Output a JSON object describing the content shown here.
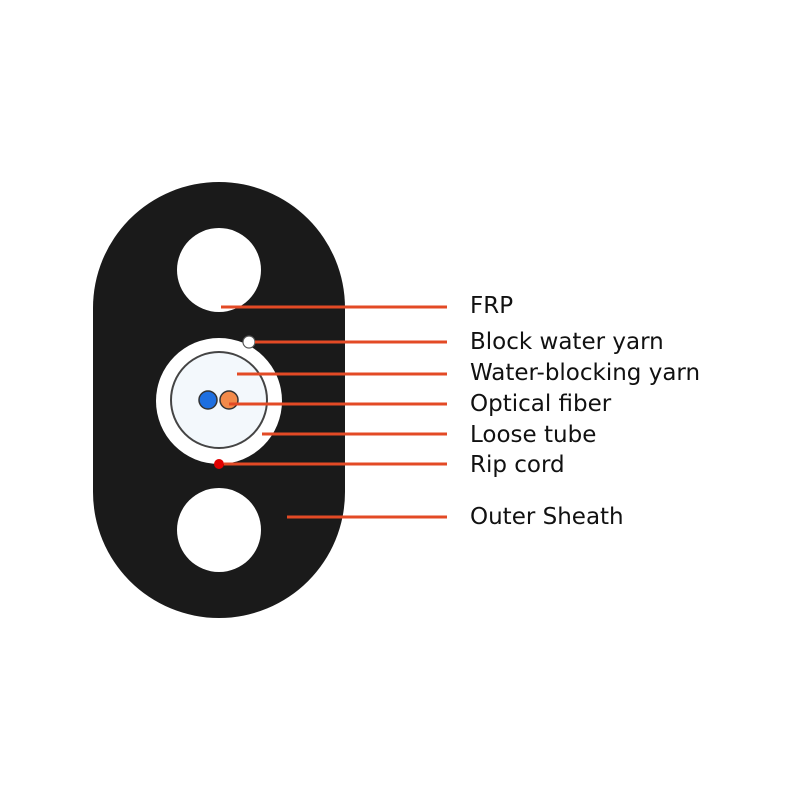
{
  "labels": {
    "frp": "FRP",
    "block_water_yarn": "Block water yarn",
    "water_blocking_yarn": "Water-blocking yarn",
    "optical_fiber": "Optical fiber",
    "loose_tube": "Loose tube",
    "rip_cord": "Rip cord",
    "outer_sheath": "Outer Sheath"
  },
  "colors": {
    "sheath": "#1a1a1a",
    "leader_line": "#e34a25",
    "fiber_blue": "#1e6fe0",
    "fiber_orange": "#f28a4a",
    "rip_cord": "#e00000",
    "tube_fill": "#f3f8fc",
    "tube_stroke": "#444444"
  }
}
